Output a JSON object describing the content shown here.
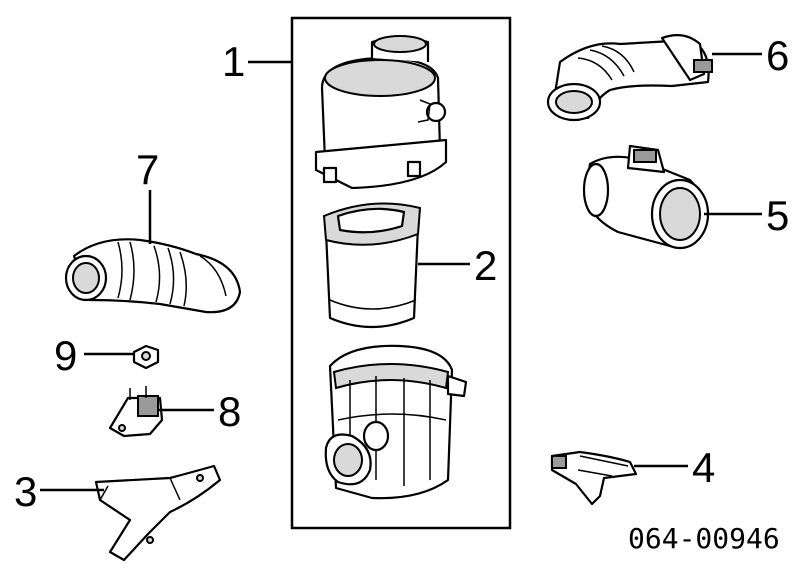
{
  "diagram": {
    "reference_code": "064-00946",
    "callouts": {
      "air_cleaner_assembly": "1",
      "filter_element": "2",
      "bracket": "3",
      "sensor_harness": "4",
      "mass_air_flow_sensor": "5",
      "outlet_duct": "6",
      "inlet_duct": "7",
      "mount": "8",
      "nut": "9"
    },
    "colors": {
      "line": "#000000",
      "fill": "#ffffff",
      "shade": "#d9d9d9"
    }
  }
}
